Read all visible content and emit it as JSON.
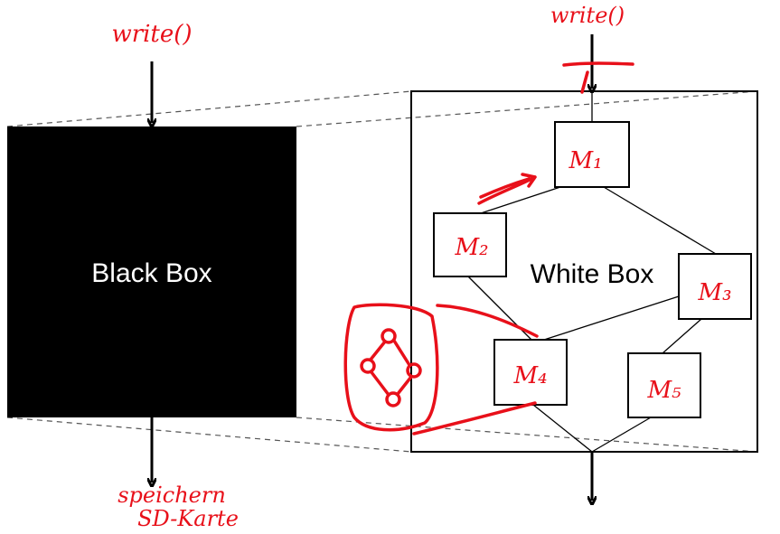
{
  "black_box": {
    "label": "Black Box"
  },
  "white_box": {
    "label": "White Box",
    "modules": [
      {
        "id": "m1",
        "label": "M₁"
      },
      {
        "id": "m2",
        "label": "M₂"
      },
      {
        "id": "m3",
        "label": "M₃"
      },
      {
        "id": "m4",
        "label": "M₄"
      },
      {
        "id": "m5",
        "label": "M₅"
      }
    ]
  },
  "annotations": {
    "black_box_input": "write()",
    "white_box_input": "write()",
    "black_box_output_line1": "speichern",
    "black_box_output_line2": "SD-Karte"
  },
  "colors": {
    "annotation": "#e8101a",
    "ink": "#000000",
    "projection_line": "#555555"
  }
}
